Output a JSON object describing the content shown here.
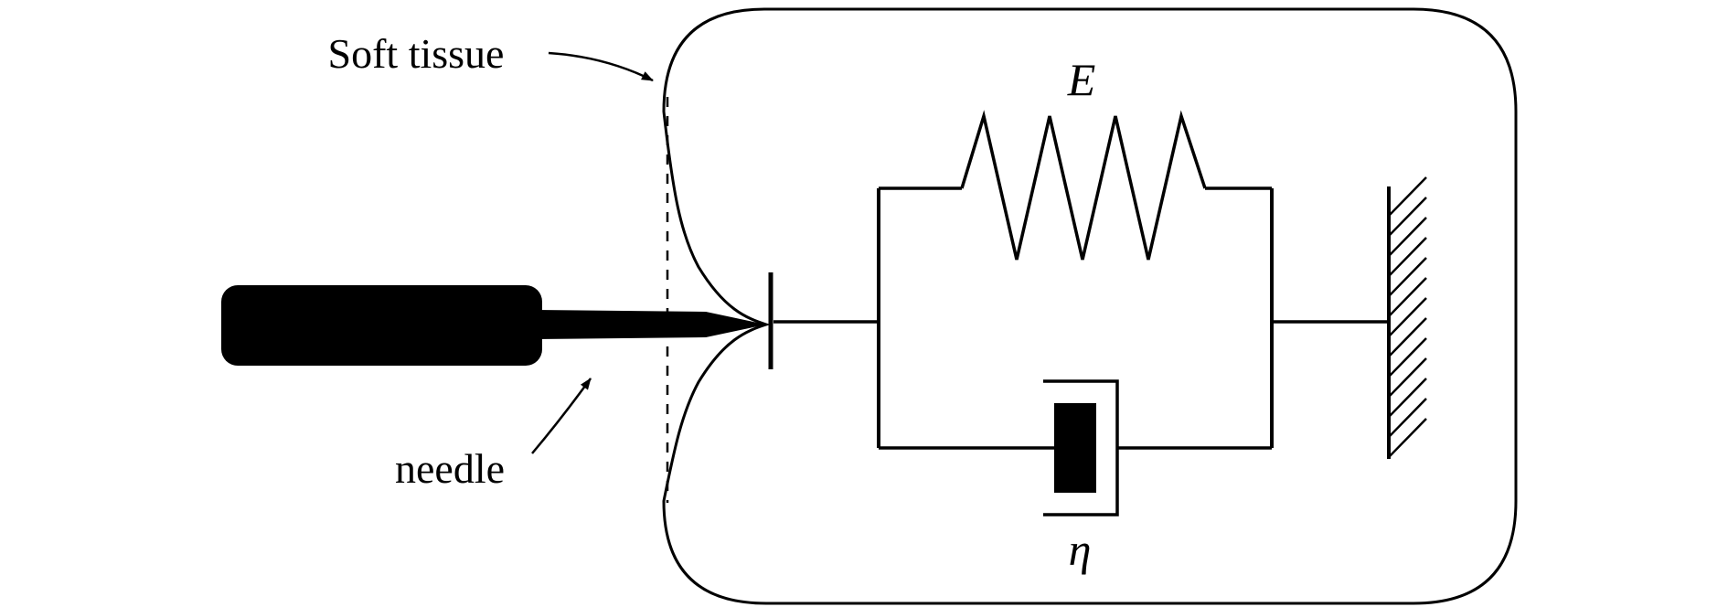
{
  "diagram": {
    "title": "Needle insertion into soft tissue modeled as a Kelvin-Voigt viscoelastic model",
    "labels": {
      "soft_tissue": "Soft tissue",
      "needle": "needle",
      "spring_modulus": "E",
      "damper_viscosity": "η"
    },
    "components": {
      "spring": "elastic element E (top branch)",
      "damper": "viscous element η (bottom branch)",
      "wall": "fixed support with hatching",
      "tissue_boundary": "rounded rectangle with indented surface at needle tip",
      "undeformed_surface": "vertical dashed line"
    },
    "colors": {
      "ink": "#000000",
      "background": "#ffffff"
    }
  }
}
